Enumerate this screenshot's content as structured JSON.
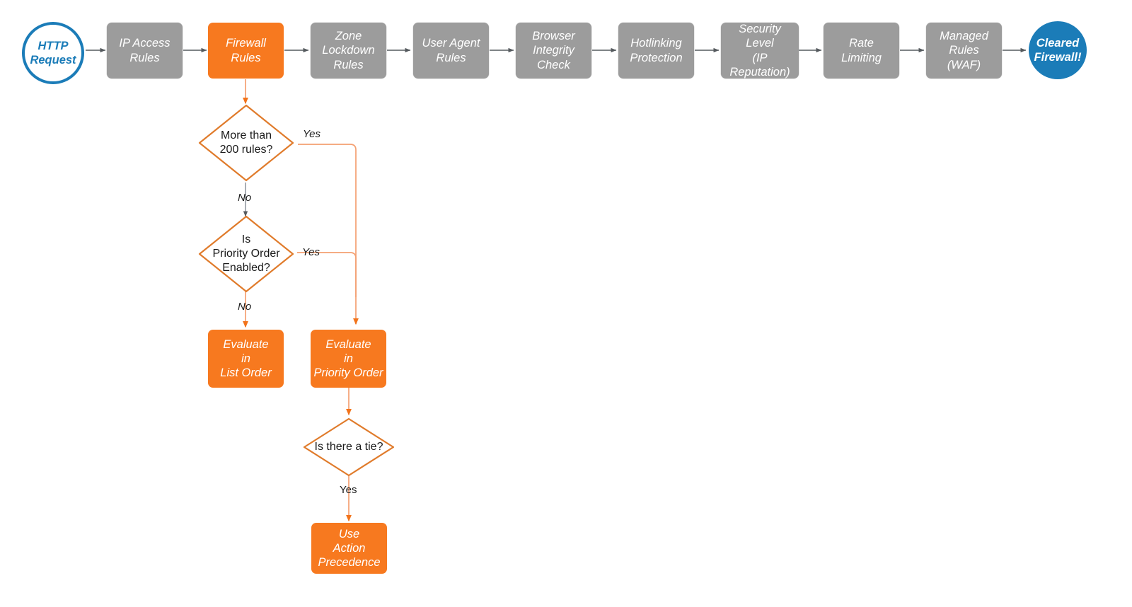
{
  "diagram": {
    "title": "Cloudflare firewall request evaluation order",
    "colors": {
      "gray": "#9c9c9c",
      "orange": "#f7791f",
      "orange_line": "#f4a072",
      "blue": "#1b7cb8",
      "gray_line": "#666666",
      "text_dark": "#1a1a1a",
      "text_light": "#ffffff"
    }
  },
  "pipeline": {
    "start": {
      "label": "HTTP Request"
    },
    "steps": [
      {
        "id": "ip-access-rules",
        "label": "IP Access\nRules",
        "state": "default"
      },
      {
        "id": "firewall-rules",
        "label": "Firewall\nRules",
        "state": "highlighted"
      },
      {
        "id": "zone-lockdown-rules",
        "label": "Zone\nLockdown\nRules",
        "state": "default"
      },
      {
        "id": "user-agent-rules",
        "label": "User Agent\nRules",
        "state": "default"
      },
      {
        "id": "browser-integrity-check",
        "label": "Browser\nIntegrity\nCheck",
        "state": "default"
      },
      {
        "id": "hotlinking-protection",
        "label": "Hotlinking\nProtection",
        "state": "default"
      },
      {
        "id": "security-level",
        "label": "Security\nLevel\n(IP Reputation)",
        "state": "default"
      },
      {
        "id": "rate-limiting",
        "label": "Rate\nLimiting",
        "state": "default"
      },
      {
        "id": "managed-rules-waf",
        "label": "Managed\nRules\n(WAF)",
        "state": "default"
      }
    ],
    "end": {
      "label": "Cleared Firewall!"
    }
  },
  "branch": {
    "decisions": [
      {
        "id": "more-than-200-rules",
        "label": "More than\n200 rules?"
      },
      {
        "id": "is-priority-order-enabled",
        "label": "Is\nPriority Order\nEnabled?"
      },
      {
        "id": "is-there-a-tie",
        "label": "Is there a tie?"
      }
    ],
    "outcomes": [
      {
        "id": "evaluate-in-list-order",
        "label": "Evaluate\nin\nList Order"
      },
      {
        "id": "evaluate-in-priority-order",
        "label": "Evaluate\nin\nPriority Order"
      },
      {
        "id": "use-action-precedence",
        "label": "Use\nAction\nPrecedence"
      }
    ],
    "edge_labels": {
      "more_than_200_yes": "Yes",
      "more_than_200_no": "No",
      "priority_order_yes": "Yes",
      "priority_order_no": "No",
      "tie_yes": "Yes"
    }
  }
}
